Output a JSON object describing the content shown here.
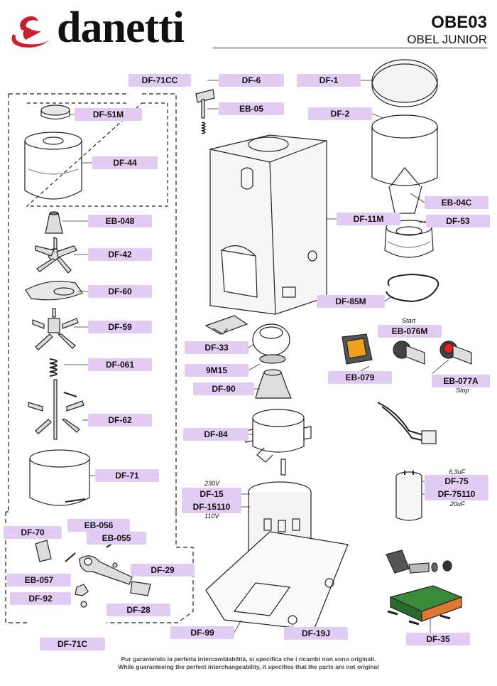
{
  "header": {
    "brand": "danetti",
    "model_code": "OBE03",
    "model_name": "OBEL JUNIOR"
  },
  "parts": {
    "df_71cc": "DF-71CC",
    "df_51m": "DF-51M",
    "df_44": "DF-44",
    "eb_048": "EB-048",
    "df_42": "DF-42",
    "df_60": "DF-60",
    "df_59": "DF-59",
    "df_061": "DF-061",
    "df_62": "DF-62",
    "df_71": "DF-71",
    "df_70": "DF-70",
    "eb_056": "EB-056",
    "eb_055": "EB-055",
    "eb_057": "EB-057",
    "df_92": "DF-92",
    "df_29": "DF-29",
    "df_28": "DF-28",
    "df_71c": "DF-71C",
    "df_6": "DF-6",
    "eb_05": "EB-05",
    "df_1": "DF-1",
    "df_2": "DF-2",
    "eb_04c": "EB-04C",
    "df_11m": "DF-11M",
    "df_53": "DF-53",
    "df_85m": "DF-85M",
    "eb_076m": "EB-076M",
    "eb_079": "EB-079",
    "eb_077a": "EB-077A",
    "df_33": "DF-33",
    "9m15": "9M15",
    "df_90": "DF-90",
    "df_84": "DF-84",
    "df_15": "DF-15",
    "df_15110": "DF-15110",
    "df_75": "DF-75",
    "df_75110": "DF-75110",
    "df_99": "DF-99",
    "df_19j": "DF-19J",
    "df_35": "DF-35"
  },
  "notes": {
    "start": "Start",
    "stop": "Stop",
    "v230": "230V",
    "v110": "110V",
    "cap_6_3": "6,3uF",
    "cap_20": "20uF"
  },
  "footer": {
    "line_it": "Pur garantendo la perfetta intercambiabilità, si specifica che i ricambi non sono originali.",
    "line_en": "While guaranteeing the perfect interchangeability, it specifies that the parts are not original"
  },
  "colors": {
    "label_bg": "#e2ccf3",
    "logo_red": "#c8202c",
    "switch_orange": "#f0a020",
    "stop_red": "#e02020",
    "board_green": "#3a8a3a",
    "board_orange": "#e07830"
  }
}
